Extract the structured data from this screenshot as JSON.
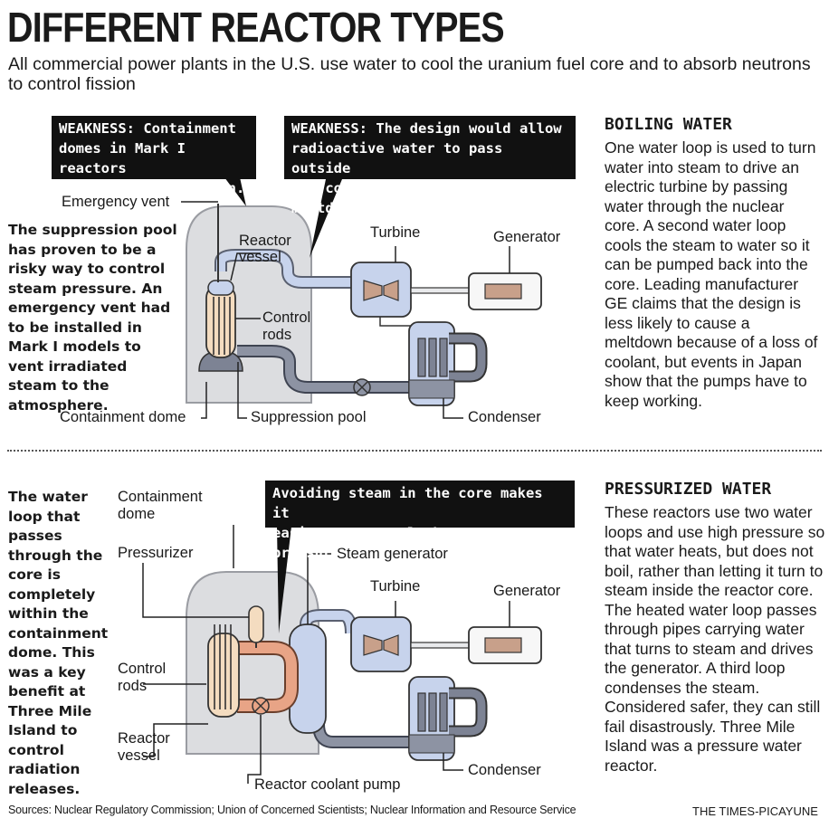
{
  "title": "DIFFERENT REACTOR TYPES",
  "subtitle": "All commercial power plants in the U.S. use water to cool the uranium fuel core and to absorb neutrons to control fission",
  "bwr": {
    "callout_left": "WEAKNESS: Containment\ndomes in Mark I reactors\nare particularly thin.",
    "callout_right": "WEAKNESS: The design would allow\nradioactive water to pass outside\nthe containment dome in a meltdown.",
    "side_note": "The suppression pool has proven to be a risky way to control steam pressure. An emergency vent had to be installed in Mark I models to vent irradiated steam to the atmosphere.",
    "heading": "BOILING WATER",
    "description": "One water loop is used to turn water into steam to drive an electric turbine by passing water through the nuclear core. A second water loop cools the steam to water so it can be pumped back into the core. Leading manufacturer GE claims that the design is less likely to cause a meltdown because of a loss of coolant, but events in Japan show that the pumps have to keep working.",
    "labels": {
      "emergency_vent": "Emergency vent",
      "reactor_vessel_1": "Reactor",
      "reactor_vessel_2": "vessel",
      "control_rods_1": "Control",
      "control_rods_2": "rods",
      "turbine": "Turbine",
      "generator": "Generator",
      "containment_dome": "Containment dome",
      "suppression_pool": "Suppression pool",
      "condenser": "Condenser"
    }
  },
  "pwr": {
    "callout": "Avoiding steam in the core makes it\neasier to control the reactor pressure.",
    "side_note": "The water loop that passes through the core is completely within the containment dome. This was a key benefit at Three Mile Island to control radiation releases.",
    "heading": "PRESSURIZED WATER",
    "description": "These reactors use two water loops and use high pressure so that water heats, but does not boil, rather than letting it turn to steam inside the reactor core. The heated water loop passes through pipes carrying water that turns to steam and drives the generator. A third loop condenses the steam. Considered safer, they can still fail disastrously. Three Mile Island was a pressure water reactor.",
    "labels": {
      "containment_dome_1": "Containment",
      "containment_dome_2": "dome",
      "pressurizer": "Pressurizer",
      "steam_generator": "Steam generator",
      "turbine": "Turbine",
      "generator": "Generator",
      "control_rods_1": "Control",
      "control_rods_2": "rods",
      "reactor_vessel_1": "Reactor",
      "reactor_vessel_2": "vessel",
      "reactor_coolant_pump": "Reactor coolant pump",
      "condenser": "Condenser"
    }
  },
  "sources": "Sources: Nuclear Regulatory Commission; Union of Concerned Scientists; Nuclear Information and Resource Service",
  "credit": "THE TIMES-PICAYUNE",
  "colors": {
    "dome": "#dcdde0",
    "steam_pipe": "#c7d3ec",
    "cool_pipe": "#7d8394",
    "hot_loop": "#e8a486",
    "core": "#f4dcc0",
    "turbine": "#c8a08a"
  }
}
